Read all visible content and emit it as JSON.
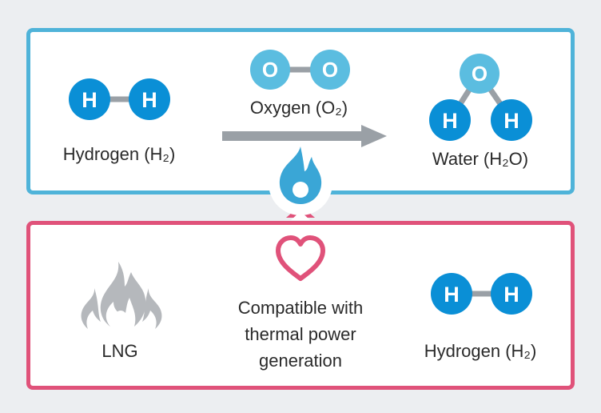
{
  "reaction": {
    "hydrogen_label": "Hydrogen (H₂)",
    "oxygen_label": "Oxygen (O₂)",
    "water_label": "Water (H₂O)",
    "atom_h": "H",
    "atom_o": "O"
  },
  "fuels": {
    "lng_label": "LNG",
    "compat_line1": "Compatible with",
    "compat_line2": "thermal power",
    "compat_line3": "generation",
    "hydrogen_label": "Hydrogen (H₂)",
    "atom_h": "H"
  },
  "colors": {
    "top_border": "#4fb3d9",
    "bottom_border": "#e0527a",
    "hydrogen_atom": "#0a8fd6",
    "oxygen_atom": "#5bbde0",
    "bond": "#9aa0a6",
    "arrow": "#9aa0a6",
    "flame_icon": "#3aa6d6",
    "heart_icon": "#e0527a",
    "lng_fire_icon": "#b5b8bc"
  },
  "icons": [
    "hydrogen-molecule-icon",
    "oxygen-molecule-icon",
    "water-molecule-icon",
    "arrow-right-icon",
    "flame-icon",
    "heart-icon",
    "fire-icon"
  ]
}
